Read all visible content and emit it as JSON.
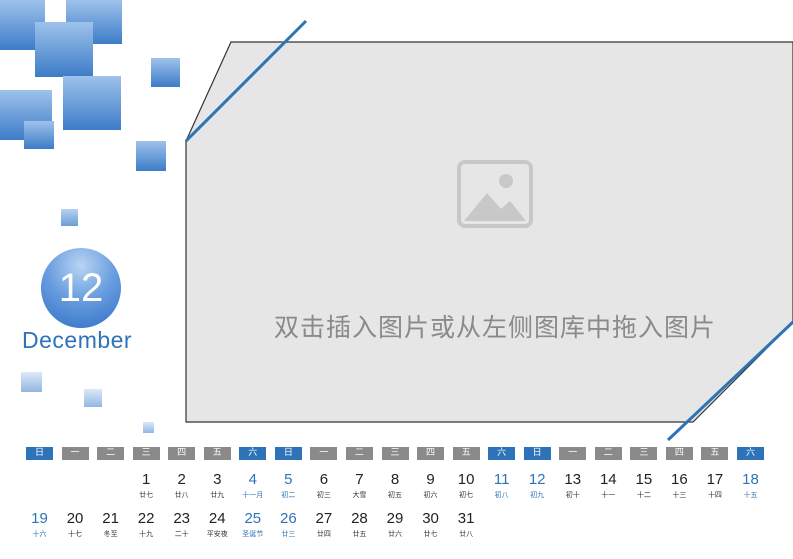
{
  "month": {
    "number": "12",
    "name": "December"
  },
  "placeholder": {
    "text": "双击插入图片或从左侧图库中拖入图片",
    "icon": "image-placeholder-icon"
  },
  "weekdays": [
    {
      "label": "日",
      "weekend": true
    },
    {
      "label": "一",
      "weekend": false
    },
    {
      "label": "二",
      "weekend": false
    },
    {
      "label": "三",
      "weekend": false
    },
    {
      "label": "四",
      "weekend": false
    },
    {
      "label": "五",
      "weekend": false
    },
    {
      "label": "六",
      "weekend": true
    },
    {
      "label": "日",
      "weekend": true
    },
    {
      "label": "一",
      "weekend": false
    },
    {
      "label": "二",
      "weekend": false
    },
    {
      "label": "三",
      "weekend": false
    },
    {
      "label": "四",
      "weekend": false
    },
    {
      "label": "五",
      "weekend": false
    },
    {
      "label": "六",
      "weekend": true
    },
    {
      "label": "日",
      "weekend": true
    },
    {
      "label": "一",
      "weekend": false
    },
    {
      "label": "二",
      "weekend": false
    },
    {
      "label": "三",
      "weekend": false
    },
    {
      "label": "四",
      "weekend": false
    },
    {
      "label": "五",
      "weekend": false
    },
    {
      "label": "六",
      "weekend": true
    }
  ],
  "days": [
    {
      "day": "1",
      "sub": "廿七",
      "weekend": false
    },
    {
      "day": "2",
      "sub": "廿八",
      "weekend": false
    },
    {
      "day": "3",
      "sub": "廿九",
      "weekend": false
    },
    {
      "day": "4",
      "sub": "十一月",
      "weekend": true
    },
    {
      "day": "5",
      "sub": "初二",
      "weekend": true
    },
    {
      "day": "6",
      "sub": "初三",
      "weekend": false
    },
    {
      "day": "7",
      "sub": "大雪",
      "weekend": false
    },
    {
      "day": "8",
      "sub": "初五",
      "weekend": false
    },
    {
      "day": "9",
      "sub": "初六",
      "weekend": false
    },
    {
      "day": "10",
      "sub": "初七",
      "weekend": false
    },
    {
      "day": "11",
      "sub": "初八",
      "weekend": true
    },
    {
      "day": "12",
      "sub": "初九",
      "weekend": true
    },
    {
      "day": "13",
      "sub": "初十",
      "weekend": false
    },
    {
      "day": "14",
      "sub": "十一",
      "weekend": false
    },
    {
      "day": "15",
      "sub": "十二",
      "weekend": false
    },
    {
      "day": "16",
      "sub": "十三",
      "weekend": false
    },
    {
      "day": "17",
      "sub": "十四",
      "weekend": false
    },
    {
      "day": "18",
      "sub": "十五",
      "weekend": true
    },
    {
      "day": "19",
      "sub": "十六",
      "weekend": true
    },
    {
      "day": "20",
      "sub": "十七",
      "weekend": false
    },
    {
      "day": "21",
      "sub": "冬至",
      "weekend": false
    },
    {
      "day": "22",
      "sub": "十九",
      "weekend": false
    },
    {
      "day": "23",
      "sub": "二十",
      "weekend": false
    },
    {
      "day": "24",
      "sub": "平安夜",
      "weekend": false
    },
    {
      "day": "25",
      "sub": "圣诞节",
      "weekend": true
    },
    {
      "day": "26",
      "sub": "廿三",
      "weekend": true
    },
    {
      "day": "27",
      "sub": "廿四",
      "weekend": false
    },
    {
      "day": "28",
      "sub": "廿五",
      "weekend": false
    },
    {
      "day": "29",
      "sub": "廿六",
      "weekend": false
    },
    {
      "day": "30",
      "sub": "廿七",
      "weekend": false
    },
    {
      "day": "31",
      "sub": "廿八",
      "weekend": false
    }
  ],
  "colors": {
    "accent": "#2e73b8",
    "weekday_bg": "#8a8a8a",
    "frame_fill": "#e6e6e6"
  }
}
